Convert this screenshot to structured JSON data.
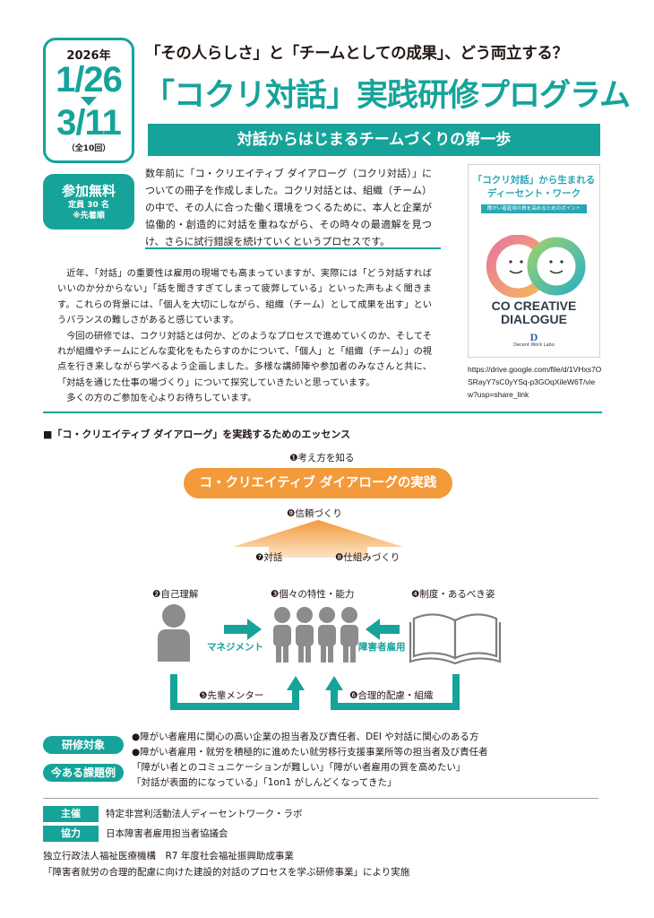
{
  "date": {
    "year": "2026年",
    "start": "1/26",
    "end": "3/11",
    "count": "（全10回）"
  },
  "fee": {
    "title": "参加無料",
    "capacity": "定員 30 名",
    "note": "※先着順"
  },
  "header": {
    "subheading": "「その人らしさ」と「チームとしての成果」、どう両立する？",
    "title": "「コクリ対話」実践研修プログラム",
    "tagline": "対話からはじまるチームづくりの第一歩"
  },
  "intro": "数年前に「コ・クリエイティブ ダイアローグ（コクリ対話）」についての冊子を作成しました。コクリ対話とは、組織（チーム）の中で、その人に合った働く環境をつくるために、本人と企業が協働的・創造的に対話を重ねながら、その時々の最適解を見つけ、さらに試行錯誤を続けていくというプロセスです。",
  "body": [
    "近年、「対話」の重要性は雇用の現場でも高まっていますが、実際には「どう対話すればいいのか分からない」「話を聞きすぎてしまって疲弊している」といった声もよく聞きます。これらの背景には、「個人を大切にしながら、組織（チーム）として成果を出す」というバランスの難しさがあると感じています。",
    "今回の研修では、コクリ対話とは何か、どのようなプロセスで進めていくのか、そしてそれが組織やチームにどんな変化をもたらすのかについて、「個人」と「組織（チーム）」の視点を行き来しながら学べるよう企画しました。多様な講師陣や参加者のみなさんと共に、「対話を通じた仕事の場づくり」について探究していきたいと思っています。",
    "多くの方のご参加を心よりお待ちしています。"
  ],
  "booklet": {
    "title_line1": "「コクリ対話」から生まれる",
    "title_line2": "ディーセント・ワーク",
    "subtitle": "障がい者雇用の質を高めるためのポイント",
    "co": "CO CREATIVE",
    "dialogue": "DIALOGUE",
    "logo_mark": "D",
    "logo_text": "Decent Work Labo",
    "url": "https://drive.google.com/file/d/1VHxs7OSRayY7sC0yYSq-p3GOqXileW6T/view?usp=share_link"
  },
  "diagram": {
    "title": "■「コ・クリエイティブ ダイアローグ」を実践するためのエッセンス",
    "l1": "❶考え方を知る",
    "practice": "コ・クリエイティブ ダイアローグの実践",
    "l9": "❾信頼づくり",
    "l7": "❼対話",
    "l8": "❽仕組みづくり",
    "l2": "❷自己理解",
    "l3": "❸個々の特性・能力",
    "l4": "❹制度・あるべき姿",
    "management": "マネジメント",
    "disability": "障害者雇用",
    "l5": "❺先輩メンター",
    "l6": "❻合理的配慮・組織"
  },
  "targets": {
    "label": "研修対象",
    "line1": "●障がい者雇用に関心の高い企業の担当者及び責任者、DEI や対話に関心のある方",
    "line2": "●障がい者雇用・就労を積極的に進めたい就労移行支援事業所等の担当者及び責任者",
    "issues_label": "今ある課題例",
    "issue1": "「障がい者とのコミュニケーションが難しい」「障がい者雇用の質を高めたい」",
    "issue2": "「対話が表面的になっている」「1on1 がしんどくなってきた」"
  },
  "organizer": {
    "host_label": "主催",
    "host": "特定非営利活動法人ディーセントワーク・ラボ",
    "coop_label": "協力",
    "coop": "日本障害者雇用担当者協議会"
  },
  "footer": {
    "line1": "独立行政法人福祉医療機構　R7 年度社会福祉振興助成事業",
    "line2": "「障害者就労の合理的配慮に向けた建設的対話のプロセスを学ぶ研修事業」により実施"
  },
  "colors": {
    "accent": "#16a39a",
    "orange": "#f39a3a",
    "gray_box": "#e1e2e2",
    "icon_gray": "#8c8c8c"
  }
}
